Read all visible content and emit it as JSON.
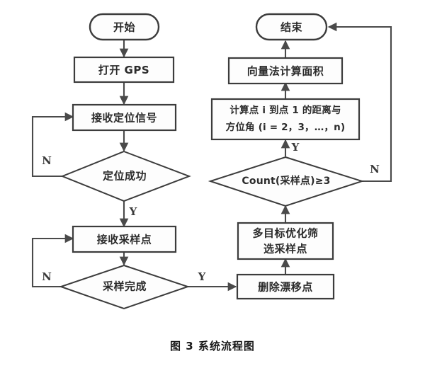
{
  "figure": {
    "caption": "图 3 系统流程图",
    "title": "系统流程图",
    "number": "图 3",
    "type": "flowchart",
    "background_color": "#ffffff",
    "stroke_color": "#4a4a4a",
    "node_fill": "#fdfdfd"
  },
  "nodes": {
    "start": {
      "label": "开始",
      "shape": "terminal"
    },
    "open_gps": {
      "label": "打开 GPS",
      "shape": "process"
    },
    "receive_signal": {
      "label": "接收定位信号",
      "shape": "process"
    },
    "locate_success": {
      "label": "定位成功",
      "shape": "decision"
    },
    "receive_sample": {
      "label": "接收采样点",
      "shape": "process"
    },
    "sample_done": {
      "label": "采样完成",
      "shape": "decision"
    },
    "remove_drift": {
      "label": "删除漂移点",
      "shape": "process"
    },
    "optimize_select_line1": {
      "label": "多目标优化筛",
      "shape": "process"
    },
    "optimize_select_line2": {
      "label": "选采样点",
      "shape": "process"
    },
    "count_check": {
      "label": "Count(采样点)≥3",
      "shape": "decision"
    },
    "calc_dist_line1": {
      "label": "计算点 i 到点 1 的距离与",
      "shape": "process"
    },
    "calc_dist_line2": {
      "label": "方位角 (i = 2，3，…，n)",
      "shape": "process"
    },
    "vector_area": {
      "label": "向量法计算面积",
      "shape": "process"
    },
    "end": {
      "label": "结束",
      "shape": "terminal"
    }
  },
  "branch_labels": {
    "locate_no": "N",
    "locate_yes": "Y",
    "sample_no": "N",
    "sample_yes": "Y",
    "count_yes": "Y",
    "count_no": "N"
  }
}
